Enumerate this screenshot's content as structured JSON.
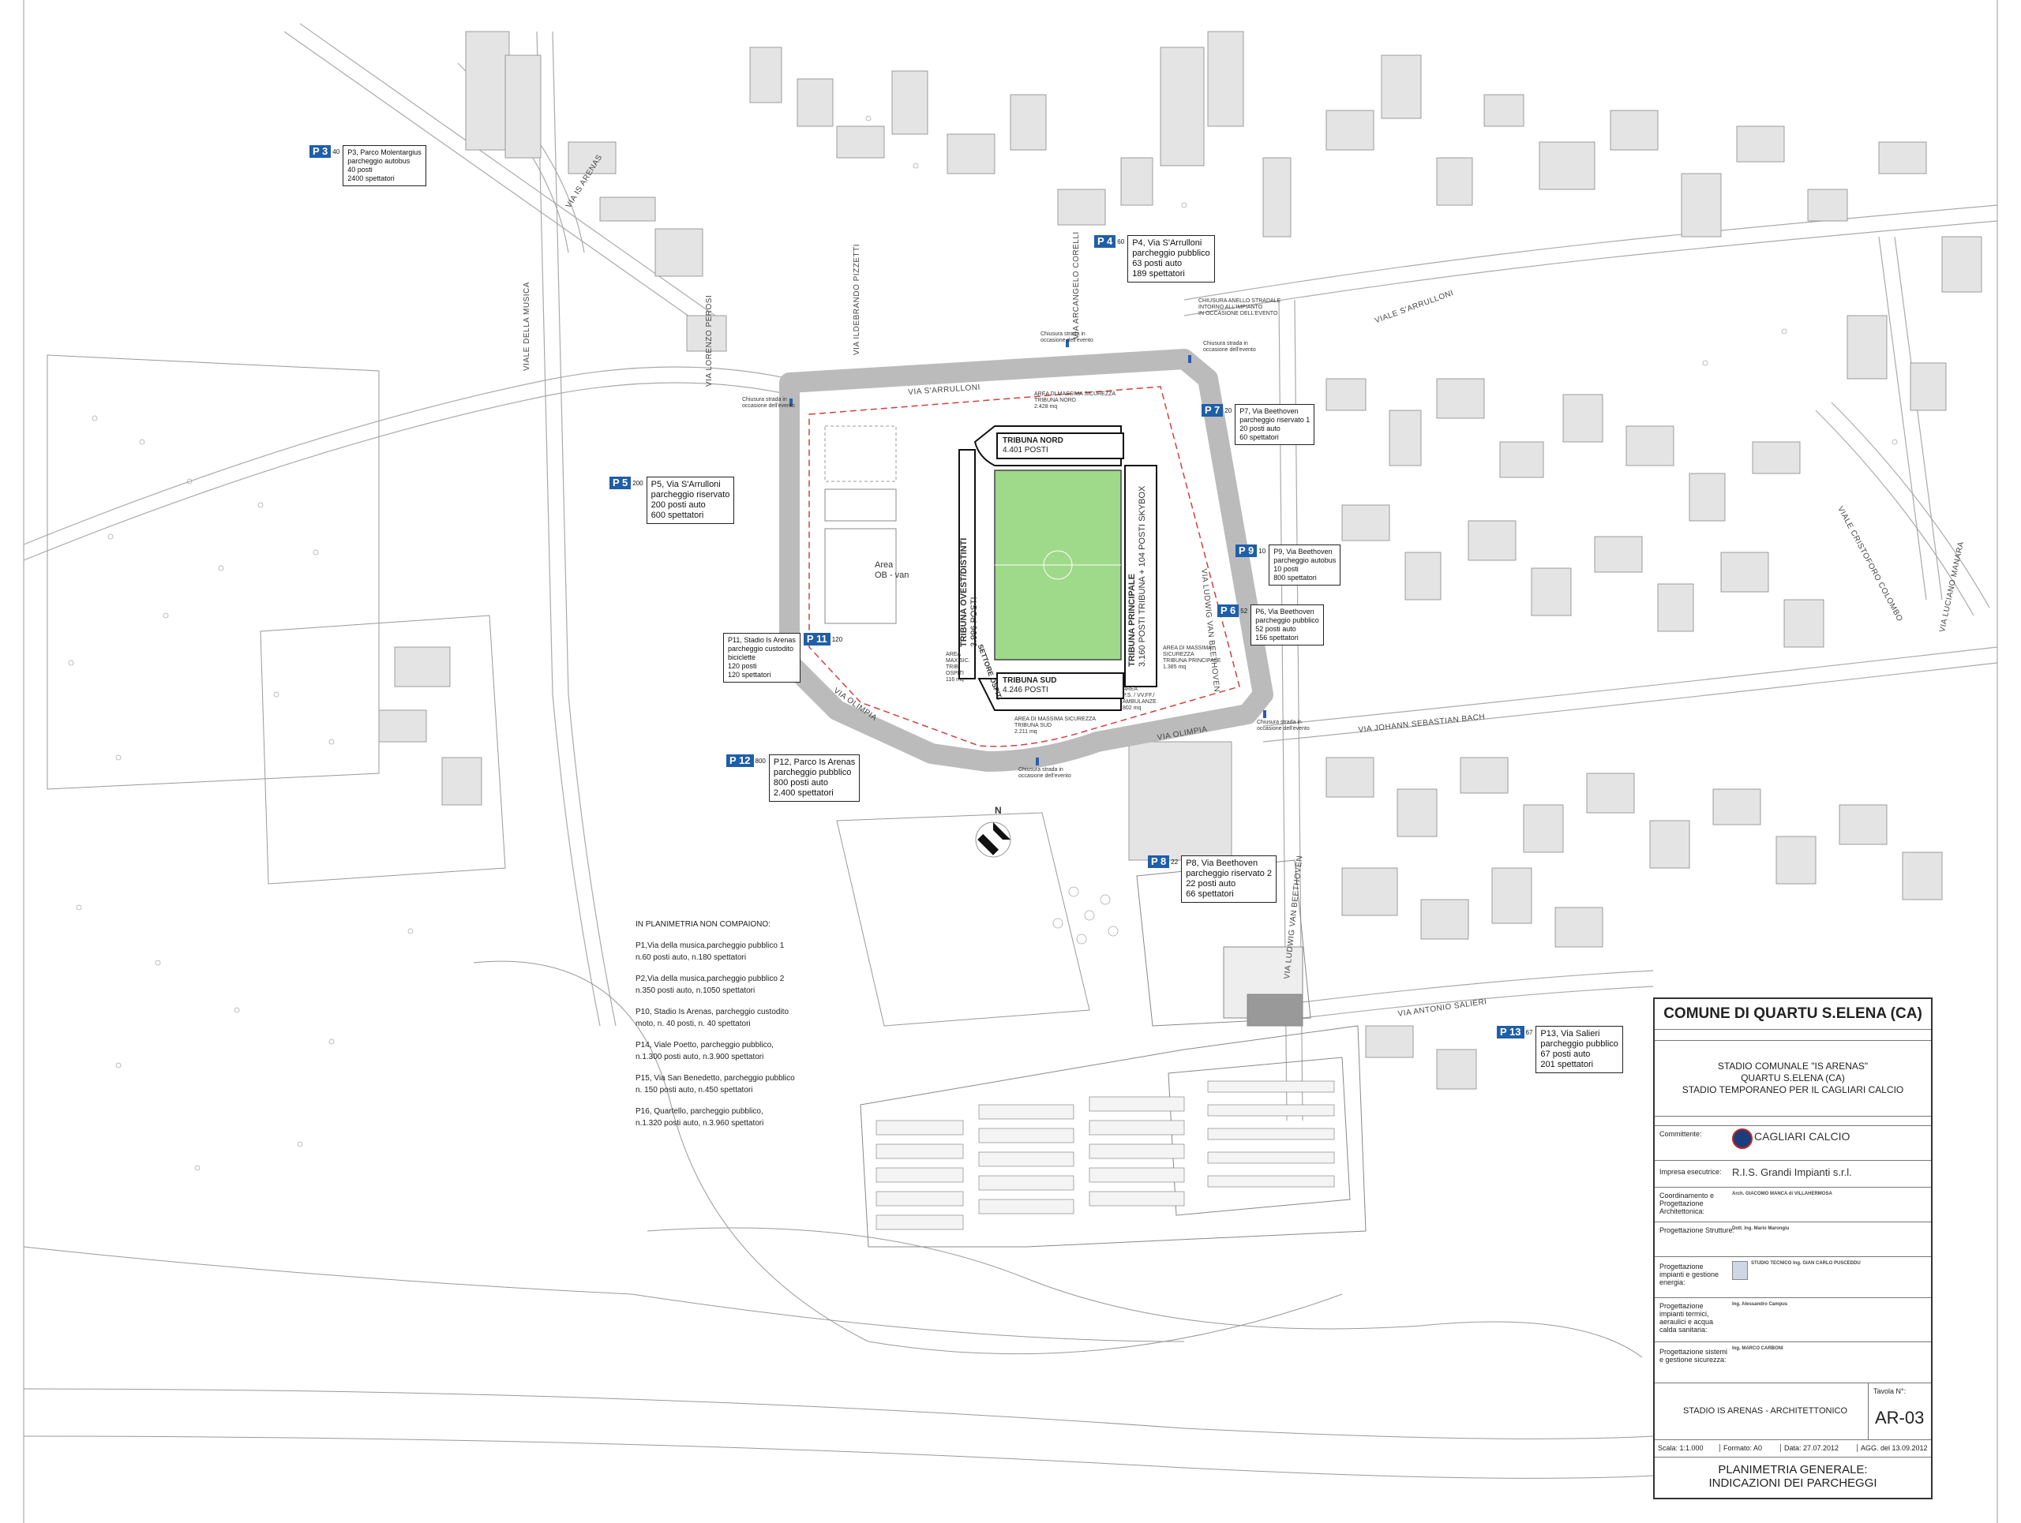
{
  "streets": {
    "via_is_arenas": "VIA IS ARENAS",
    "viale_della_musica": "VIALE DELLA MUSICA",
    "via_lorenzo_perosi": "VIA LORENZO PEROSI",
    "via_ildebrando_pizzetti": "VIA ILDEBRANDO PIZZETTI",
    "via_arcangelo_corelli": "VIA ARCANGELO CORELLI",
    "via_sarrulloni": "VIA S'ARRULLONI",
    "viale_sarrulloni": "VIALE S'ARRULLONI",
    "via_olimpia": "VIA OLIMPIA",
    "via_ludwig_van_beethoven": "VIA LUDWIG VAN BEETHOVEN",
    "via_johann_sebastian_bach": "VIA JOHANN SEBASTIAN BACH",
    "via_antonio_salieri": "VIA ANTONIO SALIERI",
    "viale_cristoforo_colombo": "VIALE CRISTOFORO COLOMBO",
    "via_luciano_manara": "VIA LUCIANO MANARA"
  },
  "parking": [
    {
      "code": "P 3",
      "count": "40",
      "lines": [
        "P3, Parco Molentargius",
        "parcheggio autobus",
        "40 posti",
        "2400 spettatori"
      ]
    },
    {
      "code": "P 4",
      "count": "60",
      "lines": [
        "P4, Via S'Arrulloni",
        "parcheggio pubblico",
        "63 posti auto",
        "189 spettatori"
      ]
    },
    {
      "code": "P 5",
      "count": "200",
      "lines": [
        "P5, Via S'Arrulloni",
        "parcheggio riservato",
        "200 posti auto",
        "600 spettatori"
      ]
    },
    {
      "code": "P 7",
      "count": "20",
      "lines": [
        "P7, Via Beethoven",
        "parcheggio riservato 1",
        "20 posti auto",
        "60 spettatori"
      ]
    },
    {
      "code": "P 9",
      "count": "10",
      "lines": [
        "P9, Via Beethoven",
        "parcheggio autobus",
        "10 posti",
        "800 spettatori"
      ]
    },
    {
      "code": "P 6",
      "count": "52",
      "lines": [
        "P6, Via Beethoven",
        "parcheggio pubblico",
        "52 posti auto",
        "156 spettatori"
      ]
    },
    {
      "code": "P 11",
      "count": "120",
      "lines": [
        "P11, Stadio Is Arenas",
        "parcheggio custodito",
        "biciclette",
        "120 posti",
        "120 spettatori"
      ]
    },
    {
      "code": "P 12",
      "count": "800",
      "lines": [
        "P12, Parco Is Arenas",
        "parcheggio pubblico",
        "800 posti auto",
        "2.400 spettatori"
      ]
    },
    {
      "code": "P 8",
      "count": "22",
      "lines": [
        "P8, Via Beethoven",
        "parcheggio riservato 2",
        "22 posti auto",
        "66 spettatori"
      ]
    },
    {
      "code": "P 13",
      "count": "67",
      "lines": [
        "P13, Via Salieri",
        "parcheggio pubblico",
        "67 posti auto",
        "201 spettatori"
      ]
    }
  ],
  "stadium": {
    "nord": {
      "title": "TRIBUNA NORD",
      "cap": "4.401 POSTI"
    },
    "sud": {
      "title": "TRIBUNA SUD",
      "cap": "4.246 POSTI"
    },
    "ovest": {
      "title": "TRIBUNA OVEST/DISTINTI",
      "cap": "3.996 POSTI"
    },
    "principale": {
      "title": "TRIBUNA PRINCIPALE",
      "cap": "3.160 POSTI TRIBUNA + 104 POSTI SKYBOX"
    },
    "ospiti": "SETTORE OSPITI",
    "area_ob": "Area\nOB - van",
    "security_nord": [
      "AREA DI MASSIMA SICUREZZA",
      "TRIBUNA NORD",
      "2.428 mq"
    ],
    "security_sud": [
      "AREA DI MASSIMA SICUREZZA",
      "TRIBUNA SUD",
      "2.211 mq"
    ],
    "security_principale": [
      "AREA DI MASSIMA",
      "SICUREZZA",
      "TRIBUNA PRINCIPALE",
      "1.385 mq"
    ],
    "area_max_ospiti": [
      "AREA",
      "MAX SIC.",
      "TRIB.",
      "OSPITI",
      "116 mq"
    ],
    "area_ambulanze": [
      "AREA",
      "P.S. / VV.FF./",
      "AMBULANZE",
      "802 mq"
    ],
    "closure_ring": [
      "CHIUSURA ANELLO STRADALE",
      "INTORNO ALL'IMPIANTO",
      "IN OCCASIONE DELL'EVENTO"
    ],
    "closure_note": [
      "Chiusura strada in",
      "occasione dell'evento"
    ]
  },
  "legend": {
    "title": "IN PLANIMETRIA NON COMPAIONO:",
    "items": [
      [
        "P1,Via della musica,parcheggio pubblico 1",
        "n.60 posti auto, n.180 spettatori"
      ],
      [
        "P2,Via della musica,parcheggio pubblico 2",
        "n.350 posti auto, n.1050 spettatori"
      ],
      [
        "P10, Stadio Is Arenas, parcheggio custodito",
        "moto, n. 40 posti, n. 40 spettatori"
      ],
      [
        "P14, Viale Poetto, parcheggio pubblico,",
        "n.1.300 posti auto, n.3.900 spettatori"
      ],
      [
        "P15, Via San Benedetto, parcheggio pubblico",
        "n. 150 posti auto, n.450 spettatori"
      ],
      [
        "P16, Quartello, parcheggio pubblico,",
        "n.1.320 posti auto, n.3.960 spettatori"
      ]
    ]
  },
  "north_label": "N",
  "title_block": {
    "comune": "COMUNE DI QUARTU S.ELENA (CA)",
    "project": [
      "STADIO COMUNALE \"IS ARENAS\"",
      "QUARTU S.ELENA (CA)",
      "STADIO TEMPORANEO PER IL CAGLIARI CALCIO"
    ],
    "committente_label": "Committente:",
    "committente": "CAGLIARI CALCIO",
    "impresa_label": "Impresa esecutrice:",
    "impresa": "R.I.S. Grandi Impianti s.r.l.",
    "coord_label": "Coordinamento e Progettazione Architettonica:",
    "coord": "Arch. GIACOMO MANCA di VILLAHERMOSA",
    "strutture_label": "Progettazione Strutture:",
    "strutture": "Dott. Ing. Mario Marongiu",
    "impianti_label": "Progettazione impianti e gestione energia:",
    "impianti": "STUDIO TECNICO Ing. GIAN CARLO PUSCEDDU",
    "termici_label": "Progettazione impianti termici, aeraulici e acqua calda sanitaria:",
    "termici": "Ing. Alessandro Campus",
    "sicurezza_label": "Progettazione sistemi e gestione sicurezza:",
    "sicurezza": "Ing. MARCO CARBONI",
    "drawing_title": "STADIO IS ARENAS - ARCHITETTONICO",
    "tavola_label": "Tavola N°:",
    "tavola": "AR-03",
    "scala": "Scala: 1:1.000",
    "formato": "Formato: A0",
    "data": "Data: 27.07.2012",
    "agg": "AGG. del 13.09.2012",
    "sheet_title": [
      "PLANIMETRIA GENERALE:",
      "INDICAZIONI DEI PARCHEGGI"
    ]
  }
}
